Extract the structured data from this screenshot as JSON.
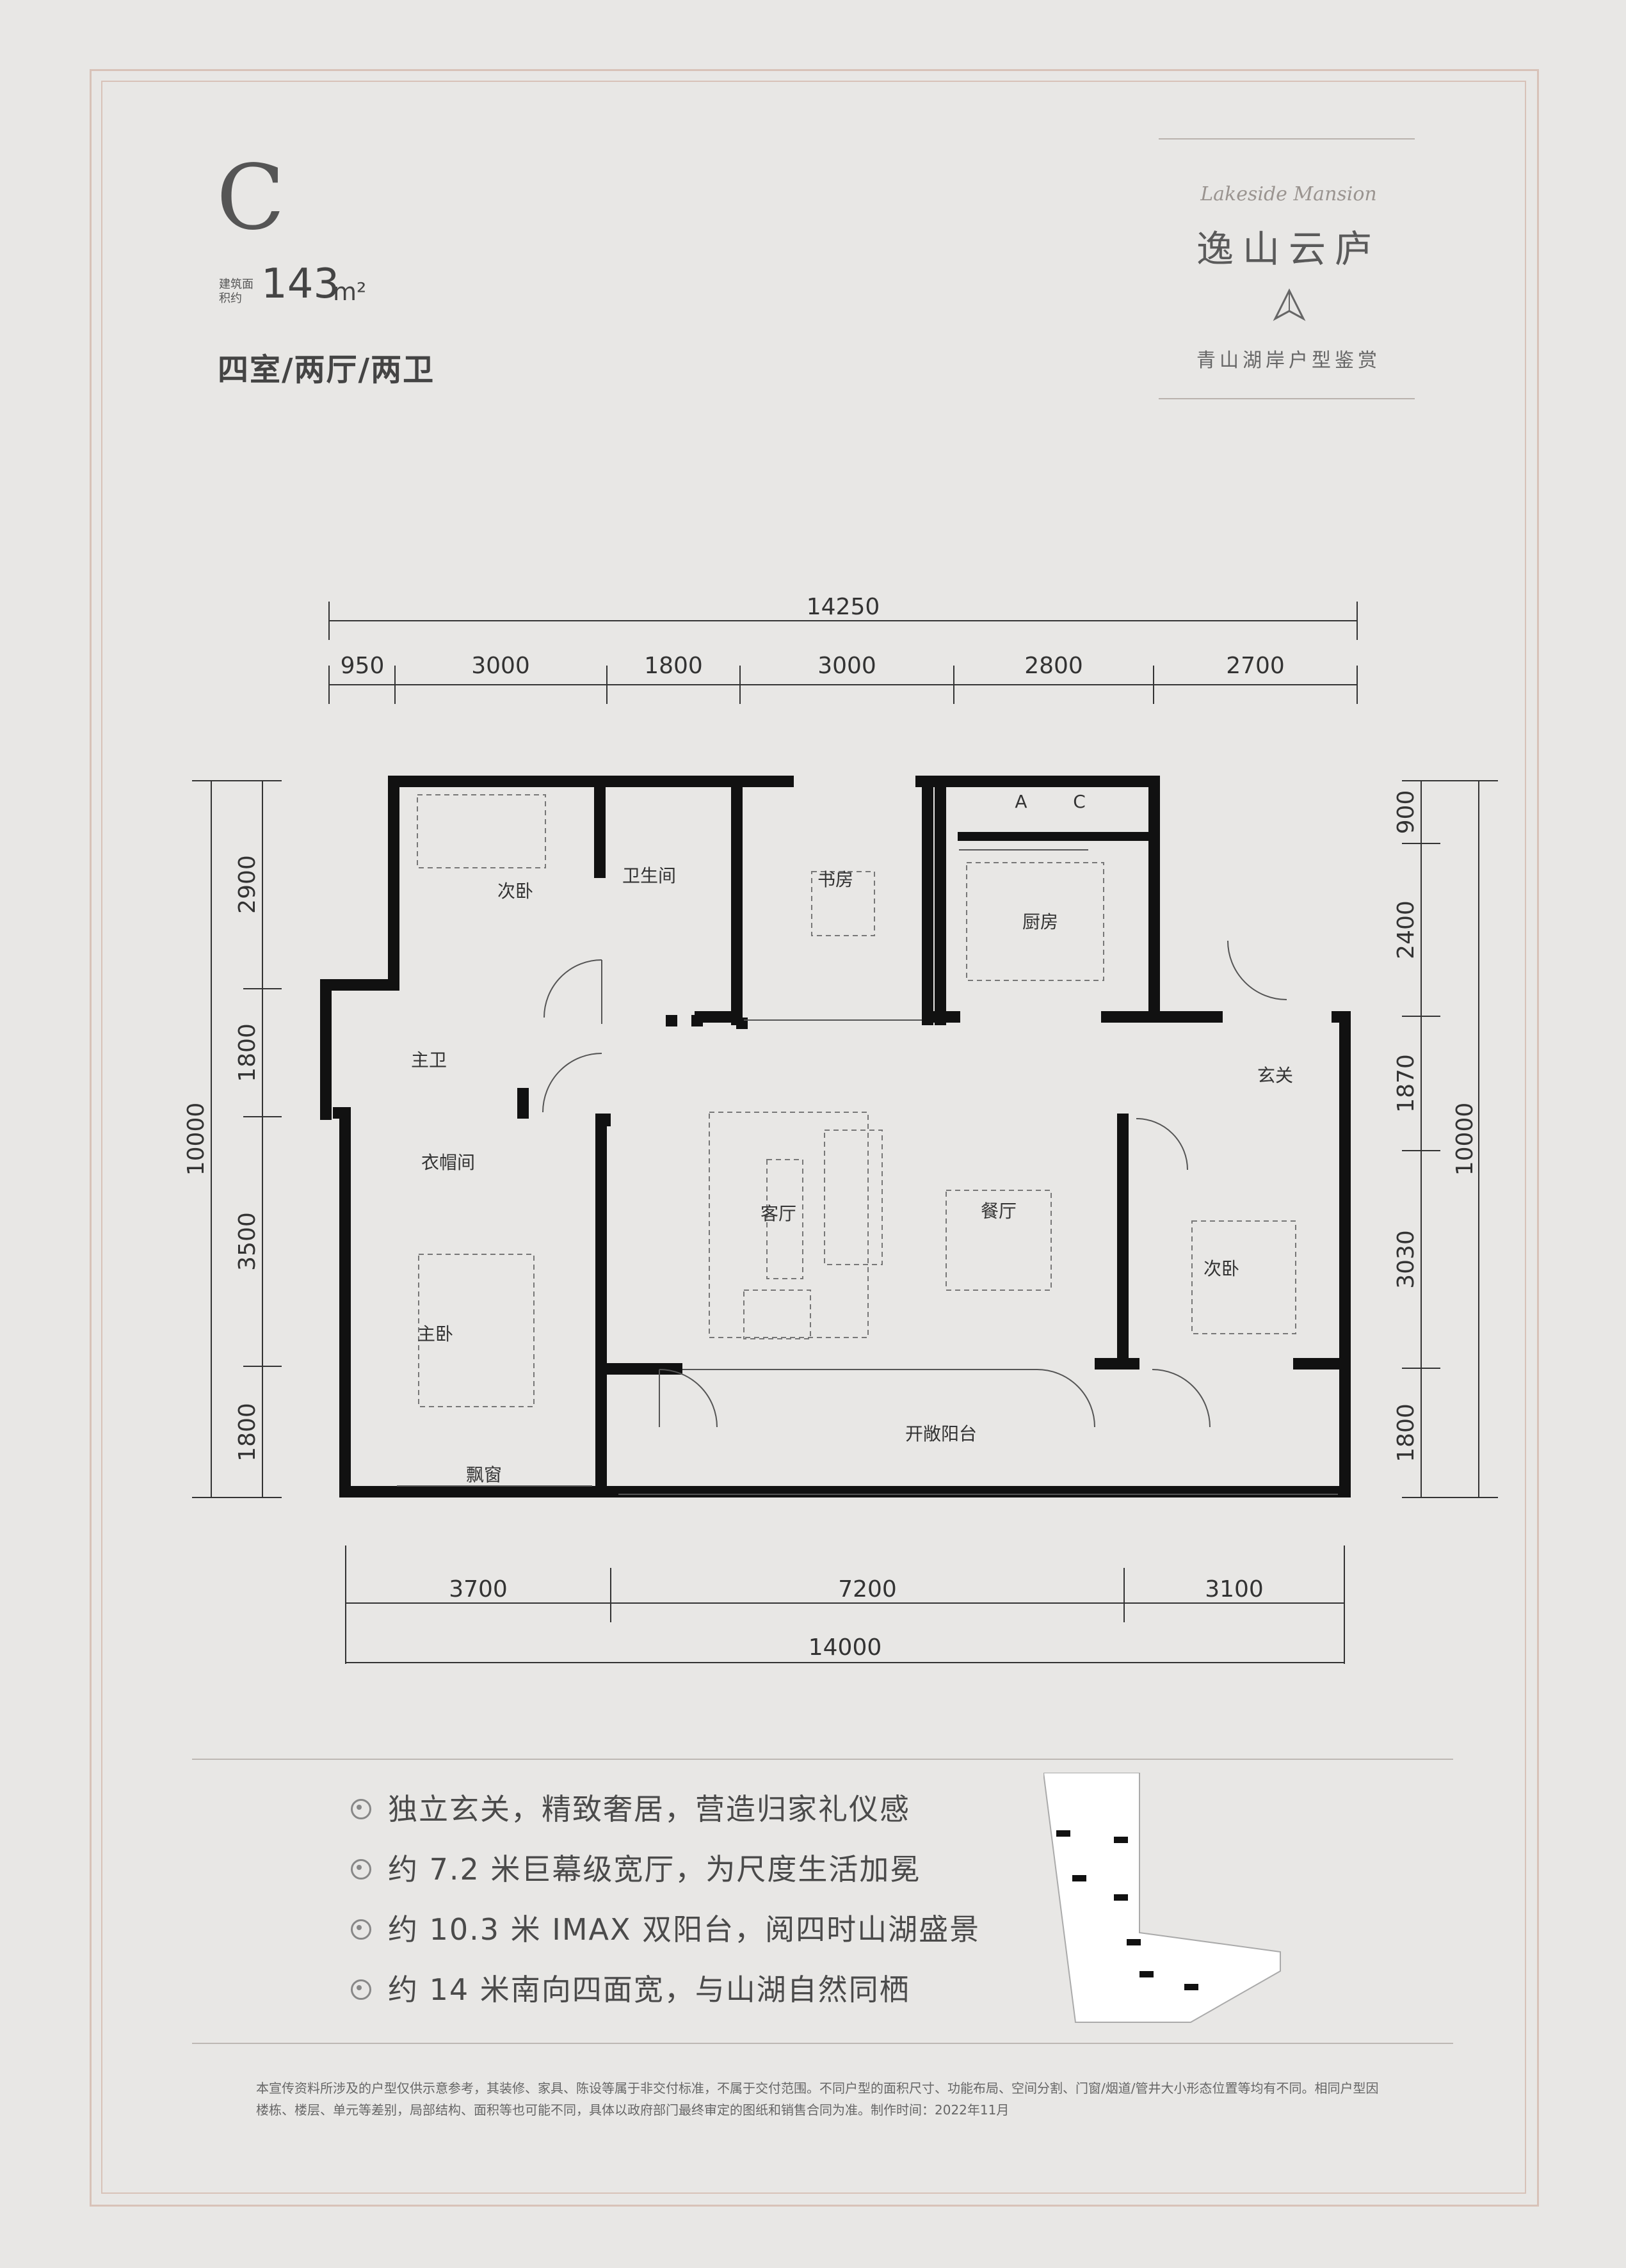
{
  "header": {
    "type_letter": "C",
    "area_label": "建筑面积约",
    "area_value": "143",
    "area_unit": "m²",
    "rooms": "四室/两厅/两卫"
  },
  "brand": {
    "script_name": "Lakeside Mansion",
    "name": "逸山云庐",
    "subtitle": "青山湖岸户型鉴赏"
  },
  "dimensions": {
    "top_total": "14250",
    "top_segments": [
      "950",
      "3000",
      "1800",
      "3000",
      "2800",
      "2700"
    ],
    "left_total": "10000",
    "left_segments": [
      "2900",
      "1800",
      "3500",
      "1800"
    ],
    "right_total": "10000",
    "right_segments": [
      "900",
      "2400",
      "1870",
      "3030",
      "1800"
    ],
    "bottom_segments": [
      "3700",
      "7200",
      "3100"
    ],
    "bottom_total": "14000"
  },
  "rooms": {
    "secondary_bedroom_1": "次卧",
    "bathroom": "卫生间",
    "study": "书房",
    "kitchen": "厨房",
    "ac": [
      "A",
      "C"
    ],
    "master_bath": "主卫",
    "cloakroom": "衣帽间",
    "living_room": "客厅",
    "dining_room": "餐厅",
    "foyer": "玄关",
    "secondary_bedroom_2": "次卧",
    "master_bedroom": "主卧",
    "open_balcony": "开敞阳台",
    "bay_window": "飘窗"
  },
  "features": [
    "独立玄关，精致奢居，营造归家礼仪感",
    "约 7.2 米巨幕级宽厅，为尺度生活加冕",
    "约 10.3 米 IMAX 双阳台，阅四时山湖盛景",
    "约 14 米南向四面宽，与山湖自然同栖"
  ],
  "disclaimer": "本宣传资料所涉及的户型仅供示意参考，其装修、家具、陈设等属于非交付标准，不属于交付范围。不同户型的面积尺寸、功能布局、空间分割、门窗/烟道/管井大小形态位置等均有不同。相同户型因楼栋、楼层、单元等差别，局部结构、面积等也可能不同，具体以政府部门最终审定的图纸和销售合同为准。制作时间：2022年11月",
  "colors": {
    "background": "#e8e7e5",
    "wall": "#111111",
    "frame": "#d8c2b8"
  }
}
